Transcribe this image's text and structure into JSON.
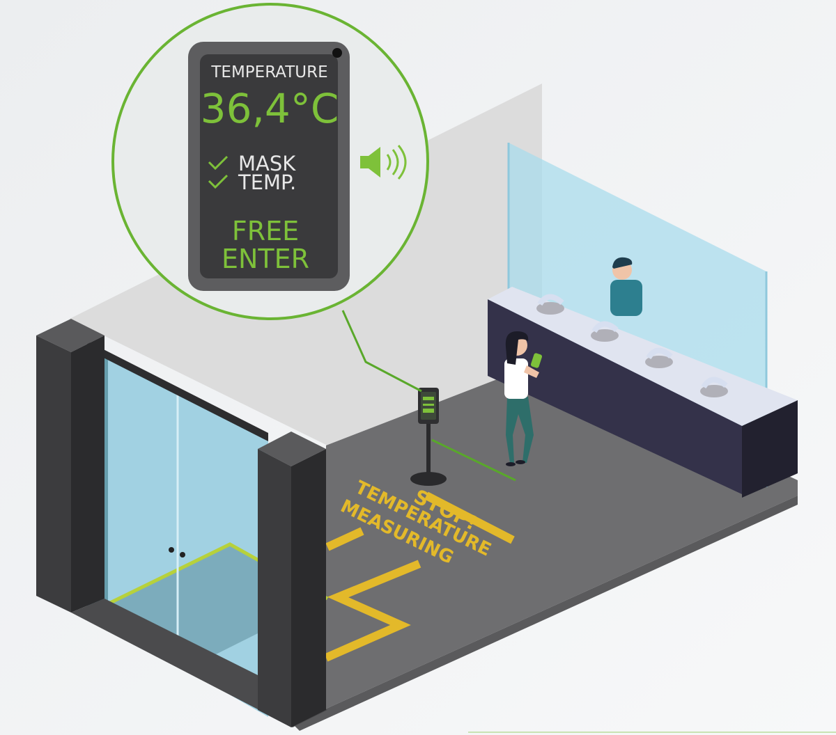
{
  "device_screen": {
    "label": "TEMPERATURE",
    "value": "36,4°C",
    "checks": [
      "MASK",
      "TEMP."
    ],
    "status_line_1": "FREE",
    "status_line_2": "ENTER"
  },
  "floor_text": {
    "line_1": "STOP!",
    "line_2": "TEMPERATURE",
    "line_3": "MEASURING"
  },
  "colors": {
    "accent_green": "#7ec13a",
    "floor_marking_yellow": "#e3b92a",
    "floor_gray": "#6e6e70",
    "wall_light": "#e7e8ea",
    "pillar_dark": "#3c3c3e",
    "glass_blue": "#a9d6e6",
    "counter_dark": "#3a3850"
  },
  "icons": {
    "speaker": "speaker-icon",
    "check": "checkmark-icon",
    "camera": "camera-dot-icon"
  }
}
